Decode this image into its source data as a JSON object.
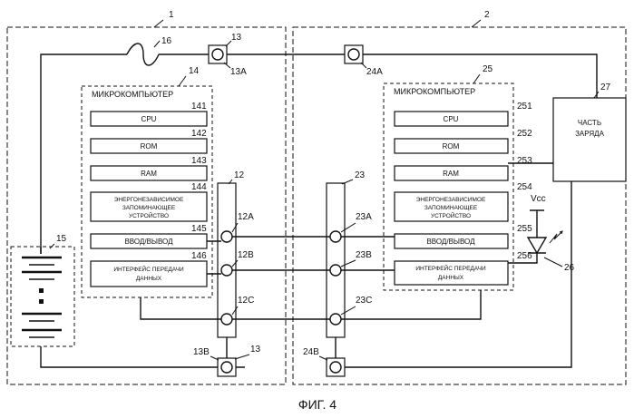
{
  "device1": {
    "ref": "1",
    "mcu_ref": "14",
    "mcu_title": "МИКРОКОМПЬЮТЕР",
    "fuse_ref": "16",
    "battery_ref": "15",
    "connector_ref": "12",
    "port_top_ref": "13",
    "port_top_sub": "13A",
    "port_bottom_ref": "13",
    "port_bottom_sub": "13B",
    "blocks": [
      {
        "ref": "141",
        "label": "CPU"
      },
      {
        "ref": "142",
        "label": "ROM"
      },
      {
        "ref": "143",
        "label": "RAM"
      },
      {
        "ref": "144",
        "label": "ЭНЕРГОНЕЗАВИСИМОЕ ЗАПОМИНАЮЩЕЕ УСТРОЙСТВО",
        "lines": [
          "ЭНЕРГОНЕЗАВИСИМОЕ",
          "ЗАПОМИНАЮЩЕЕ",
          "УСТРОЙСТВО"
        ]
      },
      {
        "ref": "145",
        "label": "ВВОД/ВЫВОД"
      },
      {
        "ref": "146",
        "label": "ИНТЕРФЕЙС ПЕРЕДАЧИ ДАННЫХ",
        "lines": [
          "ИНТЕРФЕЙС ПЕРЕДАЧИ",
          "ДАННЫХ"
        ]
      }
    ],
    "pins": [
      "12A",
      "12B",
      "12C"
    ]
  },
  "device2": {
    "ref": "2",
    "mcu_ref": "25",
    "mcu_title": "МИКРОКОМПЬЮТЕР",
    "connector_ref": "23",
    "port_top_ref": "24A",
    "port_bottom_ref": "24B",
    "charge_ref": "27",
    "charge_label": [
      "ЧАСТЬ",
      "ЗАРЯДА"
    ],
    "led_ref": "26",
    "vcc_label": "Vcc",
    "blocks": [
      {
        "ref": "251",
        "label": "CPU"
      },
      {
        "ref": "252",
        "label": "ROM"
      },
      {
        "ref": "253",
        "label": "RAM"
      },
      {
        "ref": "254",
        "label": "ЭНЕРГОНЕЗАВИСИМОЕ ЗАПОМИНАЮЩЕЕ УСТРОЙСТВО",
        "lines": [
          "ЭНЕРГОНЕЗАВИСИМОЕ",
          "ЗАПОМИНАЮЩЕЕ",
          "УСТРОЙСТВО"
        ]
      },
      {
        "ref": "255",
        "label": "ВВОД/ВЫВОД"
      },
      {
        "ref": "256",
        "label": "ИНТЕРФЕЙС ПЕРЕДАЧИ ДАННЫХ",
        "lines": [
          "ИНТЕРФЕЙС ПЕРЕДАЧИ",
          "ДАННЫХ"
        ]
      }
    ],
    "pins": [
      "23A",
      "23B",
      "23C"
    ]
  },
  "caption": "ФИГ. 4"
}
